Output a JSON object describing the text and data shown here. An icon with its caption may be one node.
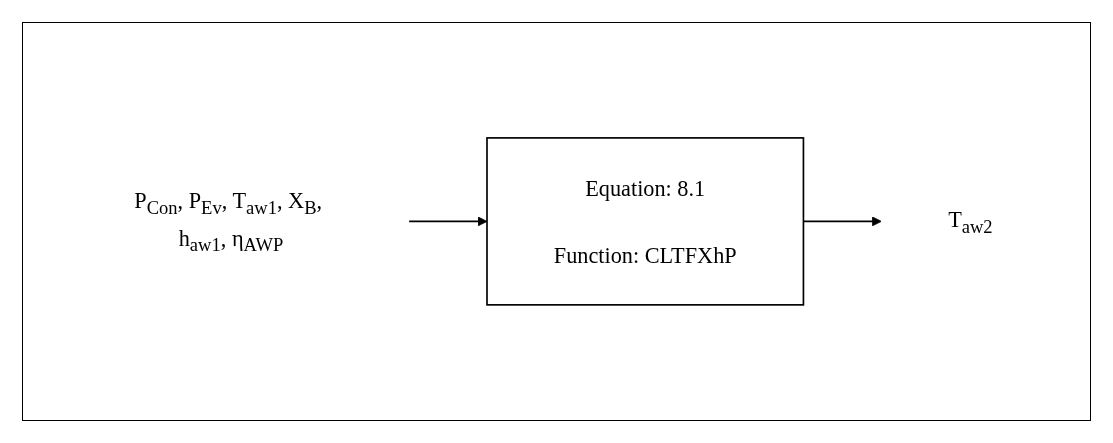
{
  "diagram": {
    "nodes": [
      {
        "text": [
          "P$_{Con}$, P$_{Ev}$, T$_{aw1}$, X$_{B}$, h$_{aw1}$, η$_{AWP}$"
        ]
      },
      {
        "text": [
          "Equation: 8.1",
          "Function: CLTFXhP"
        ]
      },
      {
        "text": [
          "T$_{aw2}$"
        ]
      }
    ],
    "edges": [
      {
        "from": 0,
        "to": 1,
        "arrow": "to"
      },
      {
        "from": 1,
        "to": 2,
        "arrow": "to"
      }
    ]
  }
}
